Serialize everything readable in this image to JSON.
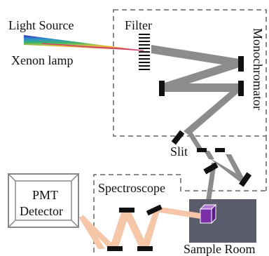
{
  "labels": {
    "light_source": "Light Source",
    "xenon_lamp": "Xenon lamp",
    "filter": "Filter",
    "monochromator": "Monochromator",
    "slit": "Slit",
    "spectroscope": "Spectroscope",
    "pmt_line1": "PMT",
    "pmt_line2": "Detector",
    "sample_room": "Sample Room"
  },
  "colors": {
    "beam_gray": "#8c8c8c",
    "beam_peach": "#f6c6a8",
    "mirror": "#111111",
    "dash_box": "#8a8a8a",
    "sample_room": "#5a5c6b",
    "cube": "#7a2fa8",
    "pmt_frame": "#888888"
  }
}
